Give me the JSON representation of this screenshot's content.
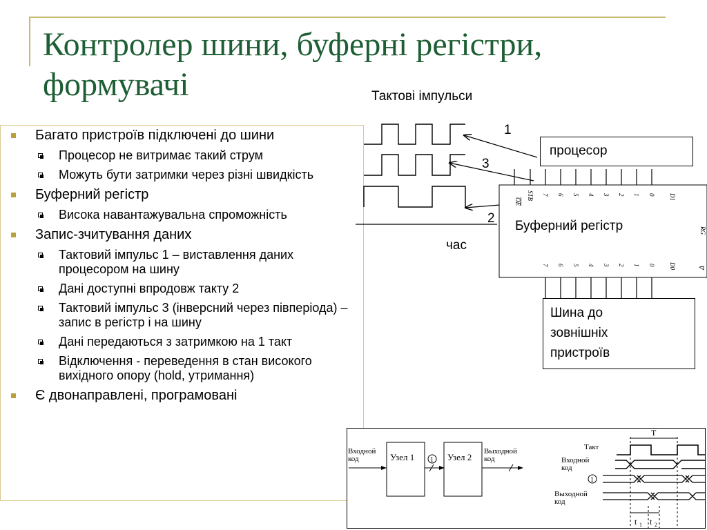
{
  "title": "Контролер шини, буферні регістри, формувачі",
  "bullets": [
    {
      "text": "Багато пристроїв підключені до шини",
      "sub": [
        "Процесор не витримає такий струм",
        "Можуть бути затримки через різні швидкість"
      ]
    },
    {
      "text": "Буферний регістр",
      "sub": [
        "Висока навантажувальна спроможність"
      ]
    },
    {
      "text": "Запис-зчитування даних",
      "sub": [
        "Тактовий імпульс 1 – виставлення даних процесором на шину",
        "Дані доступні впродовж такту 2",
        "Тактовий імпульс 3 (інверсний через півперіода) – запис в регістр і на шину",
        "Дані передаються з затримкою на 1 такт",
        "Відключення  - переведення в стан високого вихідного опору (hold, утримання)"
      ]
    },
    {
      "text": "Є двонаправлені, програмовані",
      "sub": []
    }
  ],
  "diagram": {
    "clock_title": "Тактові імпульси",
    "cpu": "процесор",
    "register": "Буферний регістр",
    "bus": "Шина до зовнішніх пристроїв",
    "clock": "час",
    "markers": [
      "1",
      "3",
      "2"
    ],
    "pins_top": [
      "7",
      "6",
      "5",
      "4",
      "3",
      "2",
      "1",
      "0"
    ],
    "pins_bottom": [
      "7",
      "6",
      "5",
      "4",
      "3",
      "2",
      "1",
      "0"
    ],
    "pin_oe": "OE",
    "pin_stb": "STB",
    "pin_d1": "D1",
    "pin_d0": "D0",
    "pin_rg": "RG",
    "pin_arrow": "∇"
  },
  "bottom": {
    "input_code": [
      "Входной",
      "код"
    ],
    "node1": "Узел 1",
    "node2": "Узел 2",
    "output_code": [
      "Выходной",
      "код"
    ],
    "circle_one": "1",
    "takt": "Такт",
    "timing_input": [
      "Входной",
      "код"
    ],
    "timing_output": [
      "Выходной",
      "код"
    ],
    "period": "T",
    "t1": "t",
    "t1_sub": "1",
    "t2": "t",
    "t2_sub": "2"
  }
}
